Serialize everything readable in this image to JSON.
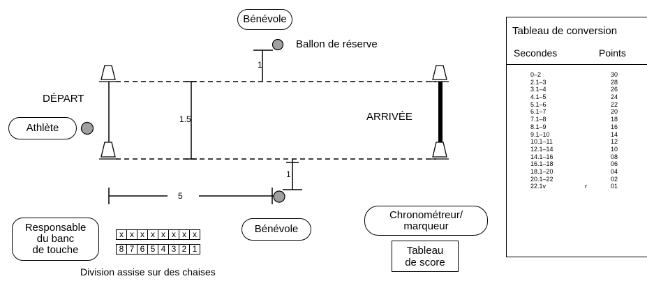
{
  "field": {
    "start_label": "DÉPART",
    "finish_label": "ARRIVÉE",
    "width_label": "1.5",
    "spacing_top_label": "1",
    "spacing_bottom_label": "1",
    "distance_label": "5"
  },
  "roles": {
    "volunteer_top": "Bénévole",
    "reserve_ball": "Ballon de réserve",
    "athlete": "Athlète",
    "volunteer_bottom": "Bénévole",
    "bench_manager": [
      "Responsable",
      "du banc",
      "de touche"
    ],
    "timekeeper": [
      "Chronométreur/",
      "marqueur"
    ],
    "scoreboard": [
      "Tableau",
      "de score"
    ]
  },
  "bench": {
    "top_row": [
      "x",
      "x",
      "x",
      "x",
      "x",
      "x",
      "x",
      "x"
    ],
    "bottom_row": [
      "8",
      "7",
      "6",
      "5",
      "4",
      "3",
      "2",
      "1"
    ],
    "caption": "Division assise sur des chaises"
  },
  "conversion_table": {
    "title": "Tableau de conversion",
    "col_seconds": "Secondes",
    "col_points": "Points",
    "rows": [
      {
        "s": "0–2",
        "p": "30"
      },
      {
        "s": "2.1–3",
        "p": "28"
      },
      {
        "s": "3.1–4",
        "p": "26"
      },
      {
        "s": "4.1–5",
        "p": "24"
      },
      {
        "s": "5.1–6",
        "p": "22"
      },
      {
        "s": "6.1–7",
        "p": "20"
      },
      {
        "s": "7.1–8",
        "p": "18"
      },
      {
        "s": "8.1–9",
        "p": "16"
      },
      {
        "s": "9.1–10",
        "p": "14"
      },
      {
        "s": "10.1–11",
        "p": "12"
      },
      {
        "s": "12.1–14",
        "p": "10"
      },
      {
        "s": "14.1–16",
        "p": "08"
      },
      {
        "s": "16.1–18",
        "p": "06"
      },
      {
        "s": "18.1–20",
        "p": "04"
      },
      {
        "s": "20.1–22",
        "p": "02"
      },
      {
        "s": "22.1v",
        "e": "r",
        "p": "01"
      }
    ]
  }
}
